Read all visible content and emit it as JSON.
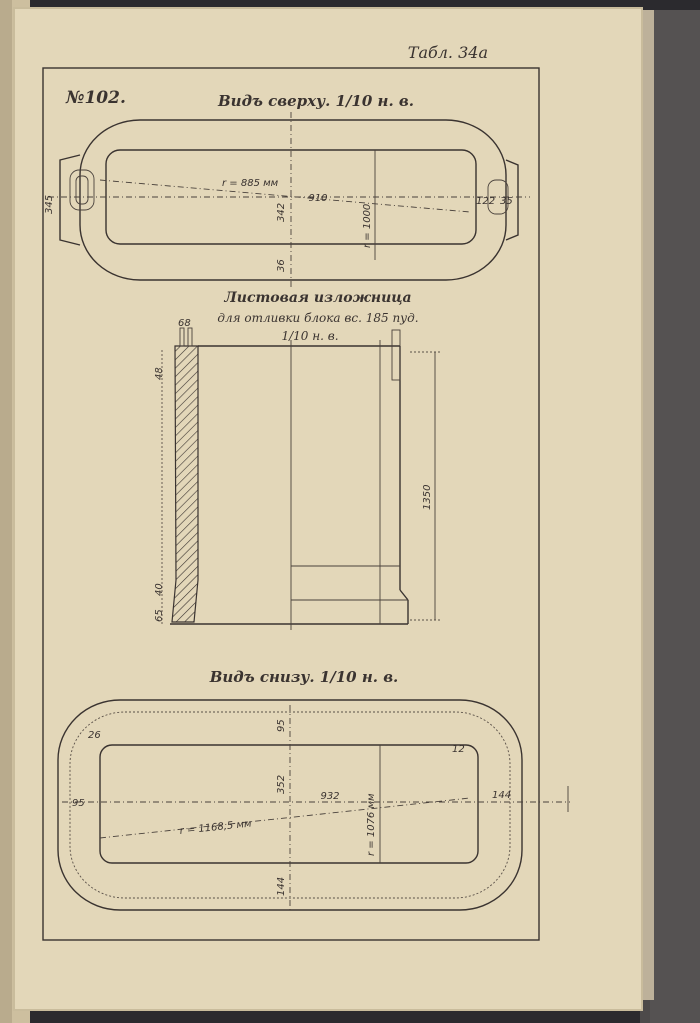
{
  "page": {
    "table_ref": "Табл. 34а",
    "drawing_number": "№102."
  },
  "top_view": {
    "title": "Видъ сверху. 1/10 н. в.",
    "dim_length": "910",
    "dim_width": "342",
    "dim_edge": "36",
    "dim_radius": "r = 885 мм",
    "dim_left": "345",
    "dim_right": "35",
    "dim_r2": "r = 1000",
    "dim_hole": "122"
  },
  "middle_view": {
    "title_line1": "Листовая изложница",
    "title_line2": "для отливки блока вс. 185 пуд.",
    "scale": "1/10 н. в.",
    "dim_height": "1350",
    "dim_top": "48",
    "dim_mid": "40",
    "dim_bottom": "65",
    "dim_left_top": "68"
  },
  "bottom_view": {
    "title": "Видъ снизу. 1/10 н. в.",
    "dim_length": "932",
    "dim_width": "352",
    "dim_top": "95",
    "dim_bottom": "144",
    "dim_left": "95",
    "dim_right": "144",
    "dim_corner": "26",
    "dim_corner_r": "12",
    "dim_diag": "r = 1168,5 мм",
    "dim_r2": "r = 1076 мм"
  }
}
